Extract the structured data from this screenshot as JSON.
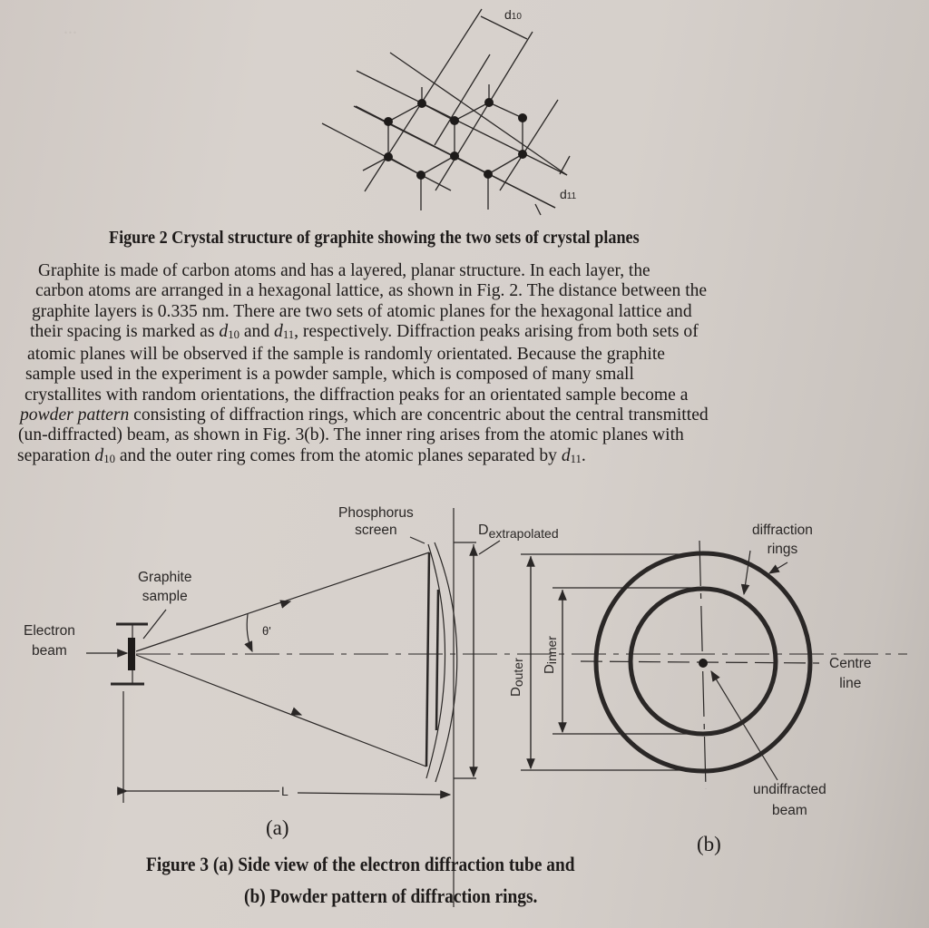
{
  "figure2": {
    "label_d10": "d",
    "label_d10_sub": "10",
    "label_d11": "d",
    "label_d11_sub": "11",
    "caption": "Figure 2 Crystal structure of graphite showing the two sets of crystal planes"
  },
  "paragraph": {
    "lines": [
      "Graphite is made of carbon atoms and has a layered, planar structure. In each layer, the",
      "carbon atoms are arranged in a hexagonal lattice, as shown in Fig. 2. The distance between the",
      "graphite layers is 0.335 nm. There are two sets of atomic planes for the hexagonal lattice and",
      "their spacing is marked as ",
      "atomic planes will be observed if the sample is randomly orientated. Because the graphite",
      "sample used in the experiment is a powder sample, which is composed of many small",
      "crystallites with random orientations, the diffraction peaks for an orientated sample become a",
      "powder pattern",
      "(un-diffracted) beam, as shown in Fig. 3(b). The inner ring arises from the atomic planes with",
      "separation "
    ],
    "line4_and": " and ",
    "line4_rest": ", respectively. Diffraction peaks arising from both sets of",
    "line8_rest": " consisting of diffraction rings, which are concentric about the central transmitted",
    "line10_mid": " and the outer ring comes from the atomic planes separated by ",
    "line10_end": ".",
    "d": "d",
    "sub10": "10",
    "sub11": "11"
  },
  "figure3a": {
    "phosphorus_screen_line1": "Phosphorus",
    "phosphorus_screen_line2": "screen",
    "graphite_sample_line1": "Graphite",
    "graphite_sample_line2": "sample",
    "electron_beam_line1": "Electron",
    "electron_beam_line2": "beam",
    "theta": "θ'",
    "L": "L",
    "label": "(a)"
  },
  "figure3b": {
    "d_extrapolated_D": "D",
    "d_extrapolated_sub": "extrapolated",
    "d_outer_D": "D",
    "d_outer_sub": "outer",
    "d_inner_D": "D",
    "d_inner_sub": "inner",
    "diffraction_rings_line1": "diffraction",
    "diffraction_rings_line2": "rings",
    "centre_line_line1": "Centre",
    "centre_line_line2": "line",
    "undiffracted_line1": "undiffracted",
    "undiffracted_line2": "beam",
    "label": "(b)"
  },
  "figure3_caption": {
    "line1": "Figure 3 (a) Side view of the electron diffraction tube and",
    "line2": "(b) Powder pattern of diffraction rings."
  }
}
